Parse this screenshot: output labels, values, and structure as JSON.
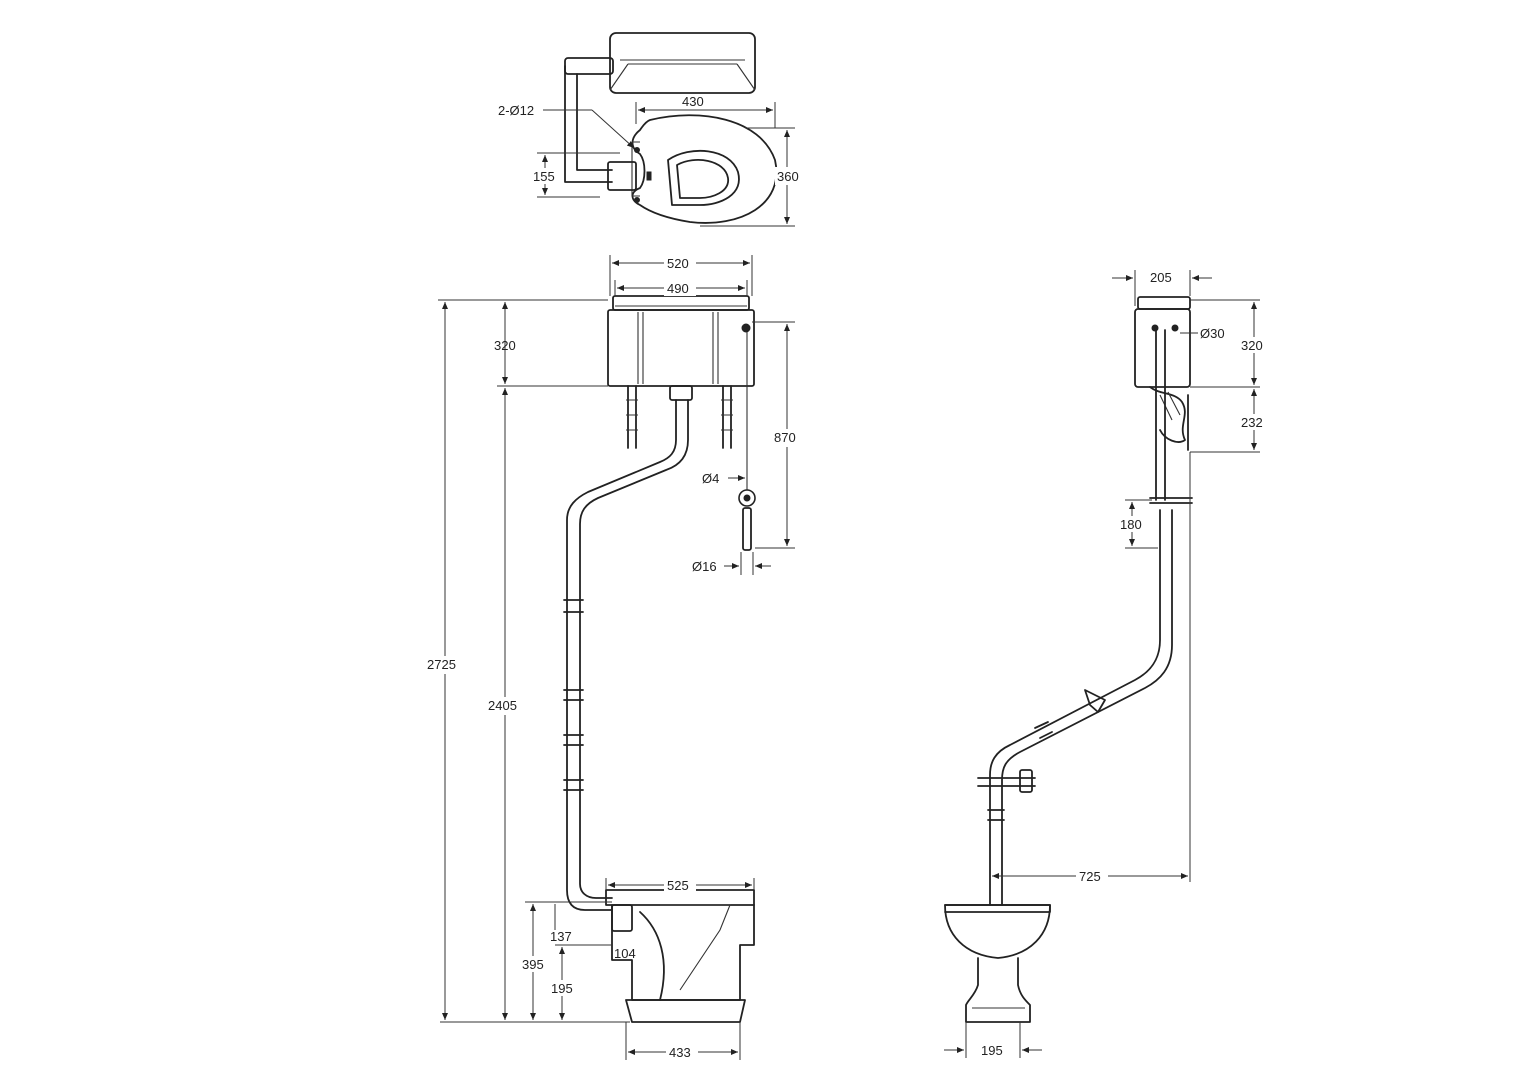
{
  "top_view": {
    "label_holes": "2-Ø12",
    "dim_width": "430",
    "dim_depth": "360",
    "dim_offset": "155"
  },
  "front_view": {
    "dim_cistern_outer": "520",
    "dim_cistern_inner": "490",
    "dim_cistern_height": "320",
    "dim_total_height": "2725",
    "dim_cistern_bottom_height": "2405",
    "dim_pull_length": "870",
    "dim_chain_dia": "Ø4",
    "dim_handle_dia": "Ø16",
    "dim_pan_width": "525",
    "dim_pan_dim_137": "137",
    "dim_pan_dim_104": "104",
    "dim_pan_height": "395",
    "dim_outlet_height": "195",
    "dim_base_width": "433"
  },
  "side_view": {
    "dim_cistern_depth": "205",
    "dim_outlet_dia": "Ø30",
    "dim_cistern_height": "320",
    "dim_bracket": "232",
    "dim_clip": "180",
    "dim_projection": "725",
    "dim_base_width": "195"
  }
}
